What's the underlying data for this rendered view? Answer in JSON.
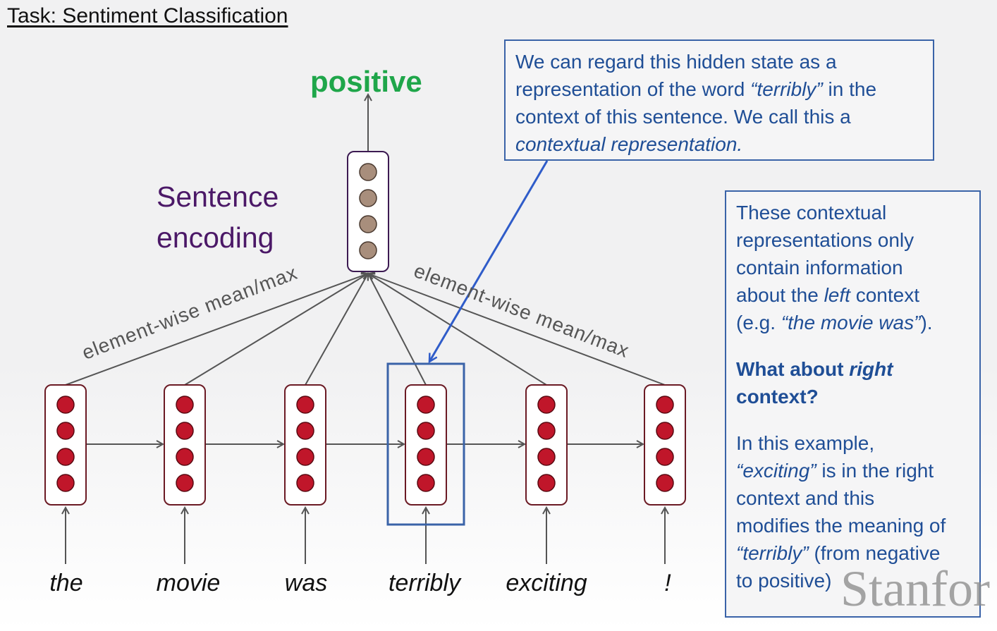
{
  "title": "Task: Sentiment Classification",
  "output_label": "positive",
  "encoding_label": {
    "line1": "Sentence",
    "line2": "encoding"
  },
  "pooling_label": "element-wise mean/max",
  "words": [
    "the",
    "movie",
    "was",
    "terribly",
    "exciting",
    "!"
  ],
  "highlighted_word": "terribly",
  "colors": {
    "output": "#1fa64a",
    "encoding_label": "#4b1867",
    "hidden_dot": "#c0162a",
    "encoding_dot": "#a88e7c",
    "cell_border": "#6b1a24",
    "highlight": "#3a63a8",
    "callout_text": "#1f4e96"
  },
  "callout_top": {
    "line1": "We can regard this hidden state as a",
    "line2_a": "representation of the word ",
    "line2_em": "“terribly”",
    "line2_b": " in the",
    "line3": "context of this sentence. We call this a",
    "line4": "contextual representation."
  },
  "callout_side": {
    "p1_1": "These contextual",
    "p1_2": "representations only",
    "p1_3": "contain information",
    "p1_4a": "about the ",
    "p1_4em": "left",
    "p1_4b": " context",
    "p1_5a": "(e.g. ",
    "p1_5em": "“the movie was”",
    "p1_5b": ").",
    "q1a": "What about ",
    "q1em": "right",
    "q2": "context?",
    "p2_1": "In this example,",
    "p2_2em": "“exciting”",
    "p2_2b": " is in the right",
    "p2_3": "context and this",
    "p2_4": "modifies the meaning of",
    "p2_5em": "“terribly”",
    "p2_5b": " (from negative",
    "p2_6": "to positive)"
  },
  "watermark": "Stanfor"
}
